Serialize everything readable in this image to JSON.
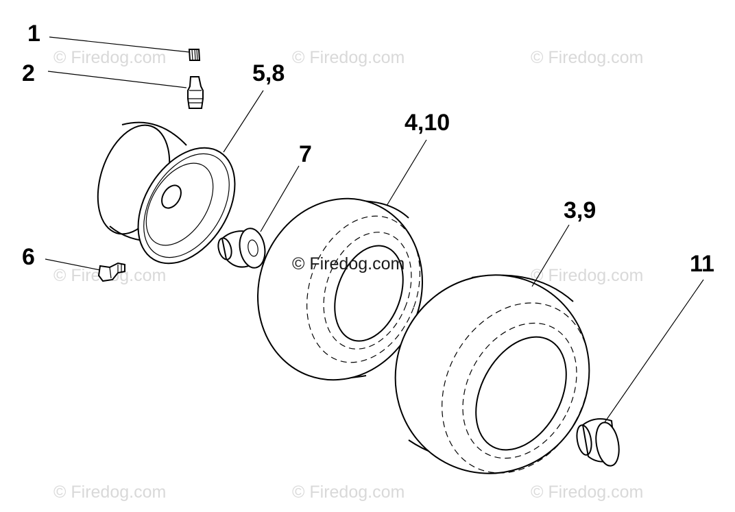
{
  "watermark": "© Firedog.com",
  "callouts": {
    "c1": "1",
    "c2": "2",
    "c58": "5,8",
    "c7": "7",
    "c410": "4,10",
    "c39": "3,9",
    "c6": "6",
    "c11": "11"
  },
  "colors": {
    "line": "#000000",
    "watermark": "#d9d9d9",
    "background": "#ffffff"
  }
}
